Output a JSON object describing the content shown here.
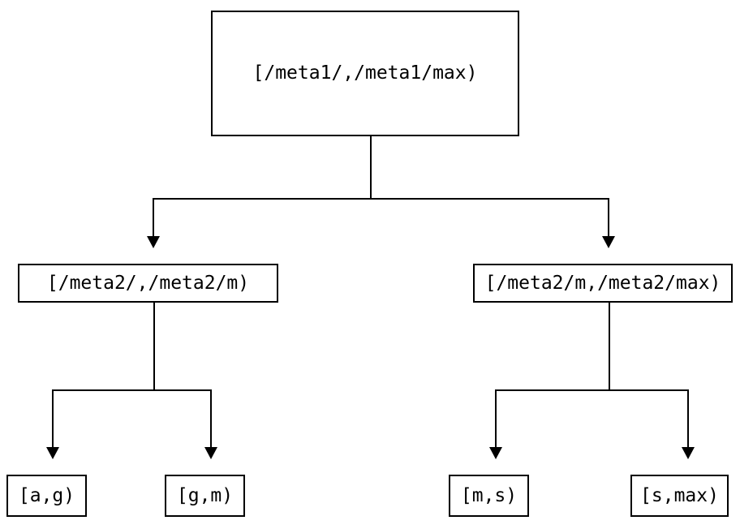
{
  "nodes": {
    "root": {
      "label": "[/meta1/,/meta1/max)"
    },
    "meta2_low": {
      "label": "[/meta2/,/meta2/m)"
    },
    "meta2_high": {
      "label": "[/meta2/m,/meta2/max)"
    },
    "leaf_ag": {
      "label": "[a,g)"
    },
    "leaf_gm": {
      "label": "[g,m)"
    },
    "leaf_ms": {
      "label": "[m,s)"
    },
    "leaf_smax": {
      "label": "[s,max)"
    }
  },
  "edges": [
    {
      "from": "root",
      "to": "meta2_low"
    },
    {
      "from": "root",
      "to": "meta2_high"
    },
    {
      "from": "meta2_low",
      "to": "leaf_ag"
    },
    {
      "from": "meta2_low",
      "to": "leaf_gm"
    },
    {
      "from": "meta2_high",
      "to": "leaf_ms"
    },
    {
      "from": "meta2_high",
      "to": "leaf_smax"
    }
  ],
  "colors": {
    "line": "#000000",
    "text": "#000000",
    "box_border": "#000000",
    "background": "#ffffff"
  }
}
